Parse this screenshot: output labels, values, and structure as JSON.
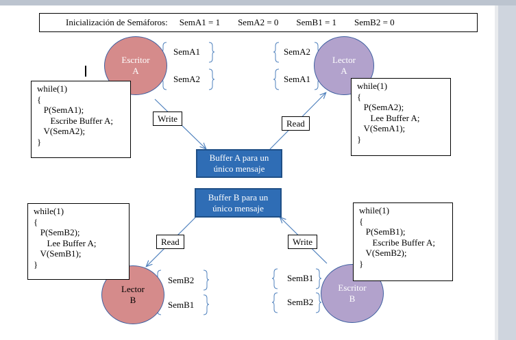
{
  "header": {
    "title": "Inicialización de Semáforos:",
    "items": [
      "SemA1 = 1",
      "SemA2 = 0",
      "SemB1 = 1",
      "SemB2 = 0"
    ]
  },
  "nodes": {
    "escritor_a": "Escritor\nA",
    "lector_a": "Lector\nA",
    "lector_b": "Lector\nB",
    "escritor_b": "Escritor\nB"
  },
  "semaphores": {
    "escritor_a": [
      "SemA1",
      "SemA2"
    ],
    "lector_a": [
      "SemA2",
      "SemA1"
    ],
    "lector_b": [
      "SemB2",
      "SemB1"
    ],
    "escritor_b": [
      "SemB1",
      "SemB2"
    ]
  },
  "code": {
    "escritor_a": "while(1)\n{\n   P(SemA1);\n      Escribe Buffer A;\n   V(SemA2);\n}",
    "lector_a": "while(1)\n{\n   P(SemA2);\n      Lee Buffer A;\n   V(SemA1);\n}",
    "lector_b": "while(1)\n{\n   P(SemB2);\n      Lee Buffer A;\n   V(SemB1);\n}",
    "escritor_b": "while(1)\n{\n   P(SemB1);\n      Escribe Buffer A;\n   V(SemB2);\n}"
  },
  "labels": {
    "write_a": "Write",
    "read_a": "Read",
    "read_b": "Read",
    "write_b": "Write"
  },
  "buffers": {
    "a": "Buffer A para un\núnico mensaje",
    "b": "Buffer B para un\núnico mensaje"
  },
  "colors": {
    "escritor_a": "#d58b8b",
    "lector_a": "#b2a2cc",
    "lector_b": "#d58b8b",
    "escritor_b": "#b2a2cc",
    "buffer": "#2f6db5",
    "arrow": "#4f81bd"
  }
}
